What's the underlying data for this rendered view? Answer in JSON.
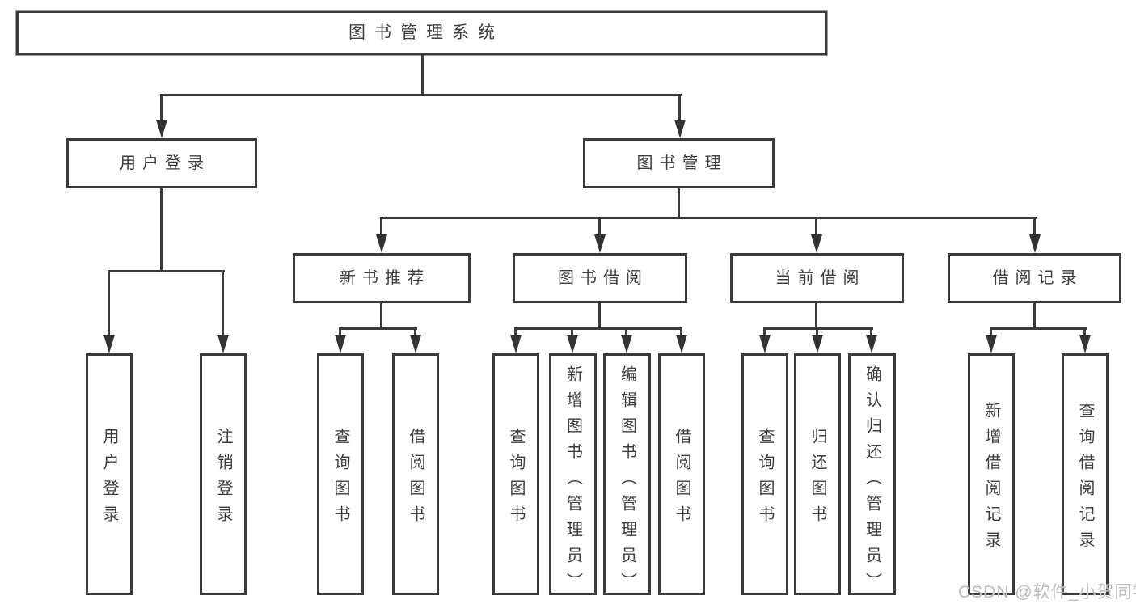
{
  "diagram_title": "图书管理系统",
  "watermark": {
    "text": "CSDN @软件_小贺同学",
    "color": "#bcbcbc"
  },
  "colors": {
    "line": "#3a3a3a",
    "arrow": "#333333",
    "text": "#3d3d3d",
    "background": "#ffffff"
  },
  "nodes": {
    "root": {
      "label": "图书管理系统"
    },
    "user_login": {
      "label": "用户登录"
    },
    "book_mgmt": {
      "label": "图书管理"
    },
    "new_book_recommend": {
      "label": "新书推荐"
    },
    "book_borrow": {
      "label": "图书借阅"
    },
    "current_borrow": {
      "label": "当前借阅"
    },
    "borrow_record": {
      "label": "借阅记录"
    },
    "login": {
      "label": "用户登录"
    },
    "logout": {
      "label": "注销登录"
    },
    "rec_query_book": {
      "label": "查询图书"
    },
    "rec_borrow_book": {
      "label": "借阅图书"
    },
    "bb_query_book": {
      "label": "查询图书"
    },
    "bb_add_book": {
      "label": "新增图书（管理员）"
    },
    "bb_edit_book": {
      "label": "编辑图书（管理员）"
    },
    "bb_borrow_book": {
      "label": "借阅图书"
    },
    "cb_query_book": {
      "label": "查询图书"
    },
    "cb_return_book": {
      "label": "归还图书"
    },
    "cb_confirm_return": {
      "label": "确认归还（管理员）"
    },
    "br_add_record": {
      "label": "新增借阅记录"
    },
    "br_query_record": {
      "label": "查询借阅记录"
    }
  },
  "hierarchy": {
    "root": "图书管理系统",
    "children": {
      "用户登录": [
        "用户登录",
        "注销登录"
      ],
      "图书管理": {
        "新书推荐": [
          "查询图书",
          "借阅图书"
        ],
        "图书借阅": [
          "查询图书",
          "新增图书（管理员）",
          "编辑图书（管理员）",
          "借阅图书"
        ],
        "当前借阅": [
          "查询图书",
          "归还图书",
          "确认归还（管理员）"
        ],
        "借阅记录": [
          "新增借阅记录",
          "查询借阅记录"
        ]
      }
    }
  }
}
